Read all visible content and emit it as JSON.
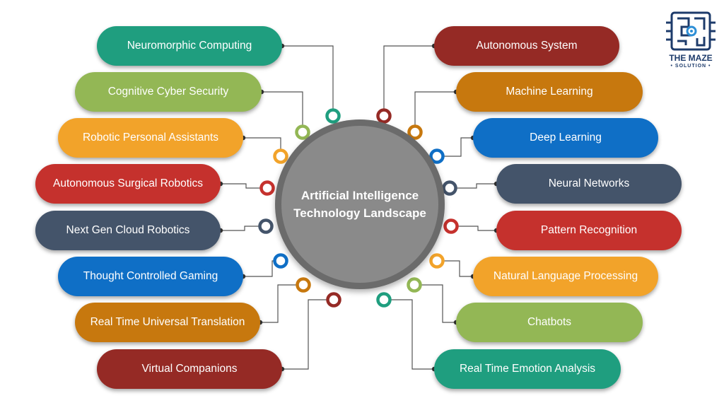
{
  "center": {
    "title": "Artificial Intelligence Technology Landscape"
  },
  "logo": {
    "line1": "THE MAZE",
    "line2": "• SOLUTION •"
  },
  "left_items": [
    {
      "label": "Neuromorphic Computing",
      "color": "#1f9e7f",
      "ring": "#1f9e7f"
    },
    {
      "label": "Cognitive Cyber Security",
      "color": "#93b755",
      "ring": "#93b755"
    },
    {
      "label": "Robotic Personal Assistants",
      "color": "#f2a32a",
      "ring": "#f2a32a"
    },
    {
      "label": "Autonomous Surgical Robotics",
      "color": "#c5312d",
      "ring": "#c5312d"
    },
    {
      "label": "Next Gen Cloud Robotics",
      "color": "#44546a",
      "ring": "#44546a"
    },
    {
      "label": "Thought Controlled Gaming",
      "color": "#0f6fc6",
      "ring": "#0f6fc6"
    },
    {
      "label": "Real Time Universal Translation",
      "color": "#c7780e",
      "ring": "#c7780e"
    },
    {
      "label": "Virtual Companions",
      "color": "#952a25",
      "ring": "#952a25"
    }
  ],
  "right_items": [
    {
      "label": "Autonomous System",
      "color": "#952a25",
      "ring": "#952a25"
    },
    {
      "label": "Machine Learning",
      "color": "#c7780e",
      "ring": "#c7780e"
    },
    {
      "label": "Deep Learning",
      "color": "#0f6fc6",
      "ring": "#0f6fc6"
    },
    {
      "label": "Neural Networks",
      "color": "#44546a",
      "ring": "#44546a"
    },
    {
      "label": "Pattern Recognition",
      "color": "#c5312d",
      "ring": "#c5312d"
    },
    {
      "label": "Natural Language Processing",
      "color": "#f2a32a",
      "ring": "#f2a32a"
    },
    {
      "label": "Chatbots",
      "color": "#93b755",
      "ring": "#93b755"
    },
    {
      "label": "Real Time Emotion Analysis",
      "color": "#1f9e7f",
      "ring": "#1f9e7f"
    }
  ]
}
